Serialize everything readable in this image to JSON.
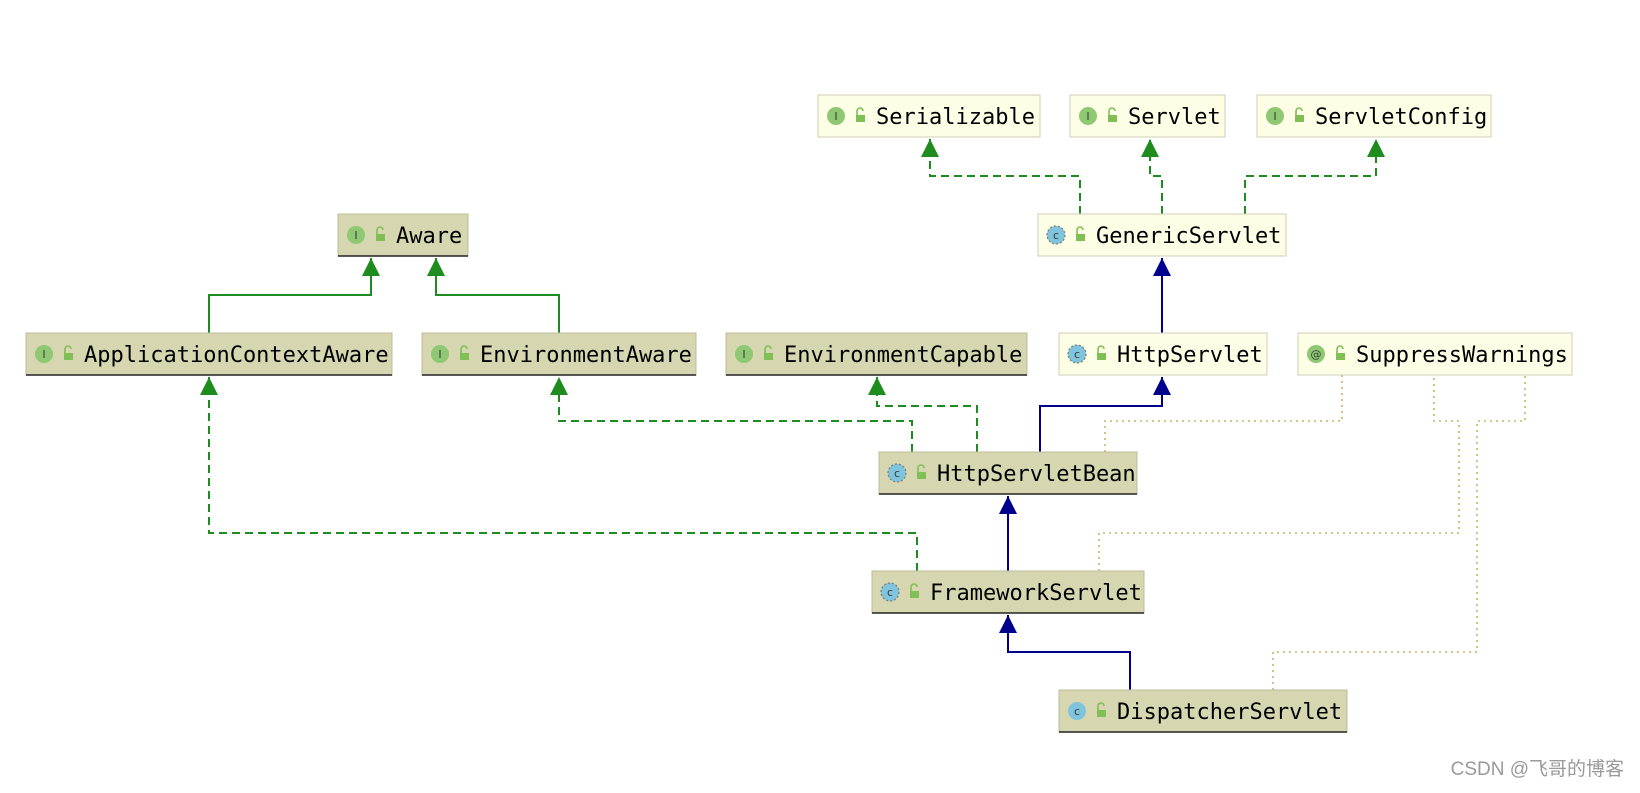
{
  "nodes": [
    {
      "id": "serializable",
      "label": "Serializable",
      "kind": "interface",
      "style": "library"
    },
    {
      "id": "servlet",
      "label": "Servlet",
      "kind": "interface",
      "style": "library"
    },
    {
      "id": "servletconfig",
      "label": "ServletConfig",
      "kind": "interface",
      "style": "library"
    },
    {
      "id": "aware",
      "label": "Aware",
      "kind": "interface",
      "style": "project"
    },
    {
      "id": "genericservlet",
      "label": "GenericServlet",
      "kind": "abstract-class",
      "style": "library"
    },
    {
      "id": "applicationcontextaware",
      "label": "ApplicationContextAware",
      "kind": "interface",
      "style": "project"
    },
    {
      "id": "environmentaware",
      "label": "EnvironmentAware",
      "kind": "interface",
      "style": "project"
    },
    {
      "id": "environmentcapable",
      "label": "EnvironmentCapable",
      "kind": "interface",
      "style": "project"
    },
    {
      "id": "httpservlet",
      "label": "HttpServlet",
      "kind": "abstract-class",
      "style": "library"
    },
    {
      "id": "suppresswarnings",
      "label": "SuppressWarnings",
      "kind": "annotation",
      "style": "library"
    },
    {
      "id": "httpservletbean",
      "label": "HttpServletBean",
      "kind": "abstract-class",
      "style": "project"
    },
    {
      "id": "frameworkservlet",
      "label": "FrameworkServlet",
      "kind": "abstract-class",
      "style": "project"
    },
    {
      "id": "dispatcherservlet",
      "label": "DispatcherServlet",
      "kind": "class",
      "style": "project"
    }
  ],
  "edges": [
    {
      "from": "genericservlet",
      "to": "serializable",
      "type": "implements"
    },
    {
      "from": "genericservlet",
      "to": "servlet",
      "type": "implements"
    },
    {
      "from": "genericservlet",
      "to": "servletconfig",
      "type": "implements"
    },
    {
      "from": "applicationcontextaware",
      "to": "aware",
      "type": "interface-extends"
    },
    {
      "from": "environmentaware",
      "to": "aware",
      "type": "interface-extends"
    },
    {
      "from": "httpservlet",
      "to": "genericservlet",
      "type": "extends"
    },
    {
      "from": "httpservletbean",
      "to": "httpservlet",
      "type": "extends"
    },
    {
      "from": "httpservletbean",
      "to": "environmentcapable",
      "type": "implements"
    },
    {
      "from": "httpservletbean",
      "to": "environmentaware",
      "type": "implements"
    },
    {
      "from": "httpservletbean",
      "to": "suppresswarnings",
      "type": "annotated"
    },
    {
      "from": "frameworkservlet",
      "to": "httpservletbean",
      "type": "extends"
    },
    {
      "from": "frameworkservlet",
      "to": "applicationcontextaware",
      "type": "implements"
    },
    {
      "from": "frameworkservlet",
      "to": "suppresswarnings",
      "type": "annotated"
    },
    {
      "from": "dispatcherservlet",
      "to": "frameworkservlet",
      "type": "extends"
    },
    {
      "from": "dispatcherservlet",
      "to": "suppresswarnings",
      "type": "annotated"
    }
  ],
  "icons": {
    "interface": {
      "letter": "I",
      "name": "interface-icon"
    },
    "abstract-class": {
      "letter": "c",
      "name": "abstract-class-icon"
    },
    "class": {
      "letter": "c",
      "name": "class-icon"
    },
    "annotation": {
      "letter": "@",
      "name": "annotation-icon"
    }
  },
  "colors": {
    "project_fill": "#d6d6b0",
    "library_fill": "#fefee6",
    "implements_edge": "#1e8c1e",
    "extends_edge": "#00008c",
    "annotated_edge": "#c8b464",
    "interface_icon": "#8fc872",
    "class_icon": "#7fc4dc",
    "lock_icon": "#7fbf56"
  },
  "watermark": "CSDN @飞哥的博客"
}
